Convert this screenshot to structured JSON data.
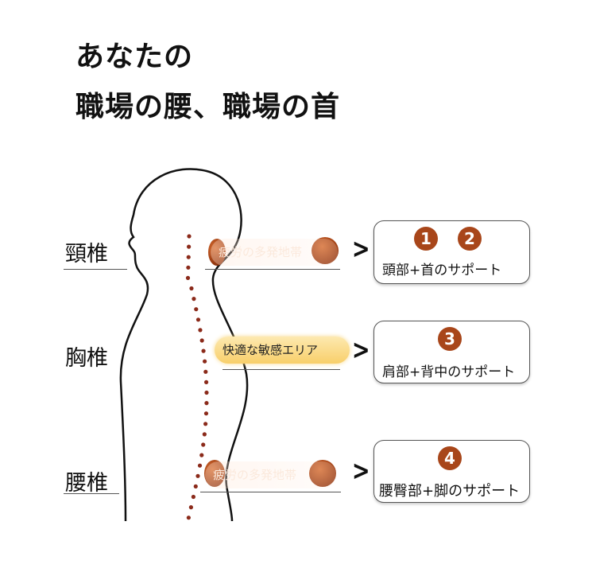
{
  "title": {
    "line1": "あなたの",
    "line2": "職場の腰、職場の首"
  },
  "sections": [
    {
      "label": "頸椎",
      "zone": "疲労の多発地帯",
      "zone_type": "warn",
      "numbers": [
        "1",
        "2"
      ],
      "support": "頭部+首のサポート"
    },
    {
      "label": "胸椎",
      "zone": "快適な敏感エリア",
      "zone_type": "ok",
      "numbers": [
        "3"
      ],
      "support": "肩部+背中のサポート"
    },
    {
      "label": "腰椎",
      "zone": "疲労の多発地帯",
      "zone_type": "warn",
      "numbers": [
        "4"
      ],
      "support": "腰臀部+脚のサポート"
    }
  ],
  "colors": {
    "accent": "#a8461a",
    "dots": "#8b2a1a",
    "highlight": "#f8cf6a"
  },
  "icons": {
    "arrow": "chevron-right-icon"
  }
}
